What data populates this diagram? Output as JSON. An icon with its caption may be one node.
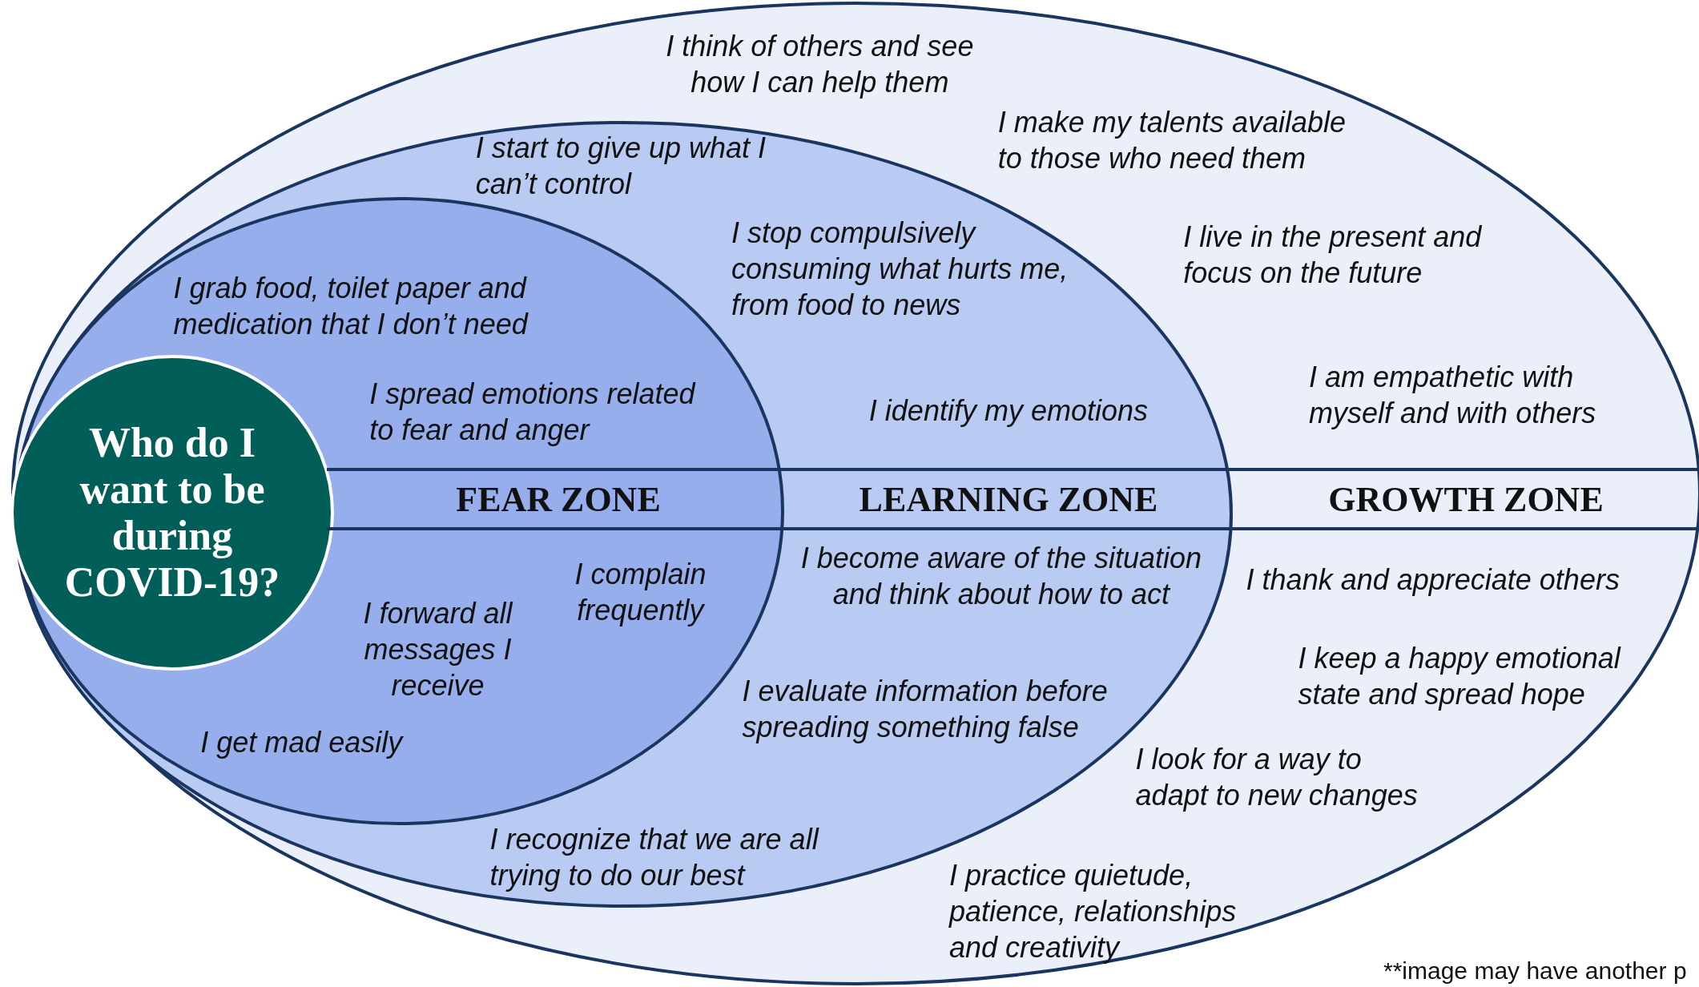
{
  "diagram": {
    "nodes": [
      {
        "text": [
          "GROWTH ZONE"
        ]
      },
      {
        "text": [
          "LEARNING ZONE"
        ],
        "in": 0
      },
      {
        "text": [
          "FEAR ZONE"
        ],
        "in": 1
      },
      {
        "text": [
          "Who do I want to be during COVID-19?"
        ],
        "in": 2
      }
    ],
    "labels": [
      "I think of others and see how I can help them",
      "I make my talents available to those who need them",
      "I start to give up what I can’t control",
      "I stop compulsively consuming what hurts me, from food to news",
      "I live in the present and focus on the future",
      "I grab food, toilet paper and medication that I don’t need",
      "I spread emotions related to fear and anger",
      "I am empathetic with myself and with others",
      "I identify my emotions",
      "I become aware of the situation and think about how to act",
      "I thank and appreciate others",
      "I complain frequently",
      "I forward all messages I receive",
      "I keep a happy emotional state and spread hope",
      "I evaluate information before spreading something false",
      "I get mad easily",
      "I look for a way to adapt to new changes",
      "I recognize that we are all trying to do our best",
      "I practice quietude, patience, relationships and creativity",
      "**image may have another p"
    ]
  }
}
